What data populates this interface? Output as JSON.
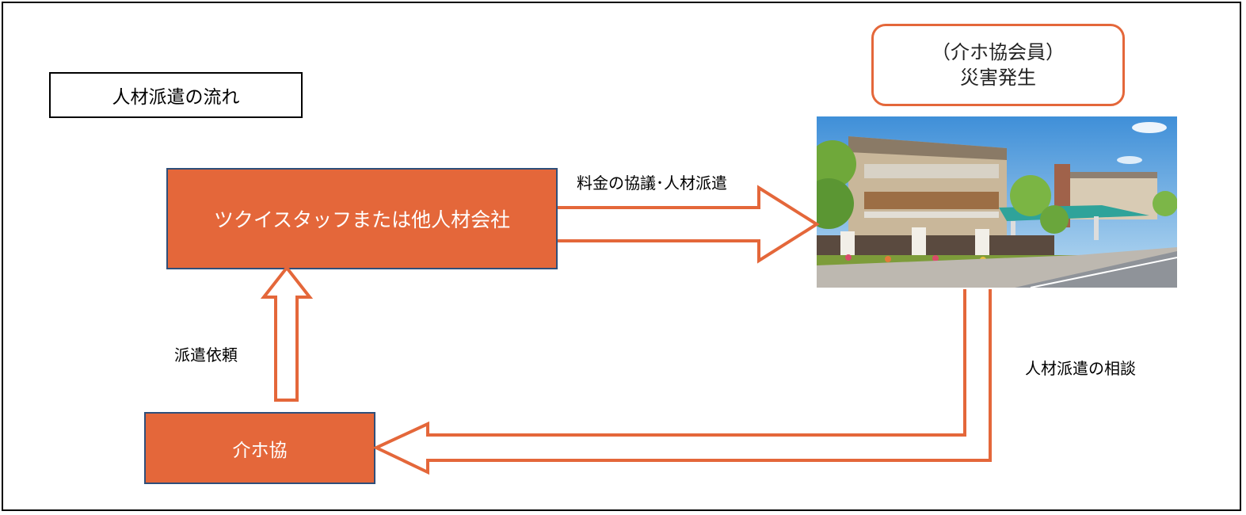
{
  "title": "人材派遣の流れ",
  "disaster": {
    "line1": "（介ホ協会員）",
    "line2": "災害発生"
  },
  "company_box": "ツクイスタッフまたは他人材会社",
  "kaihokyo_box": "介ホ協",
  "labels": {
    "fee_dispatch": "料金の協議･人材派遣",
    "dispatch_request": "派遣依頼",
    "dispatch_consult": "人材派遣の相談"
  },
  "colors": {
    "accent": "#e4673a",
    "box_border": "#2f4f7a"
  }
}
